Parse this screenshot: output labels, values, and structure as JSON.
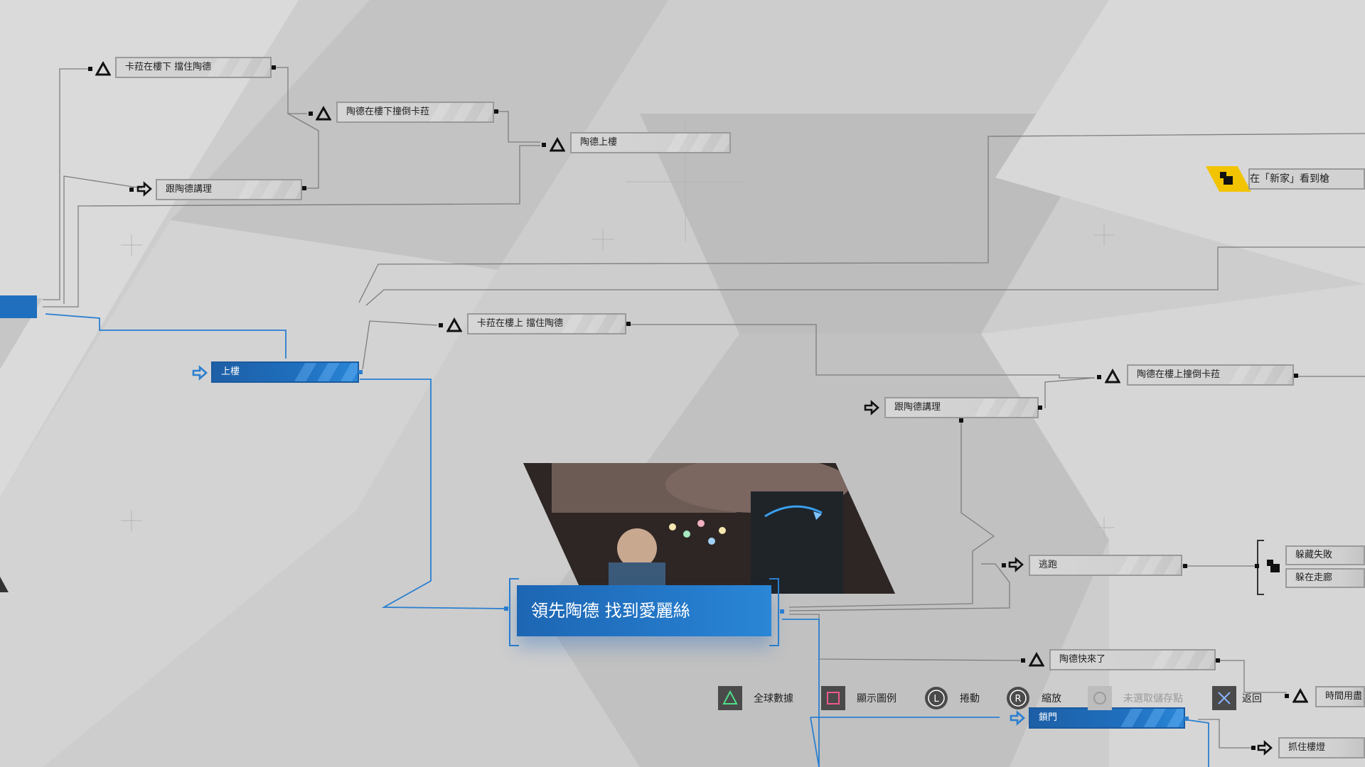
{
  "nodes": {
    "n1": "卡菈在樓下 擋住陶德",
    "n2": "陶德在樓下撞倒卡菈",
    "n3": "陶德上樓",
    "n4": "跟陶德講理",
    "n5": "上樓",
    "n6": "卡菈在樓上 擋住陶德",
    "n7": "陶德在樓上撞倒卡菈",
    "n8": "跟陶德講理",
    "n9": "逃跑",
    "n10": "躲藏失敗",
    "n11": "躲在走廊",
    "n12": "陶德快來了",
    "n13": "時間用盡",
    "n14": "鎖門",
    "n15": "抓住樓燈"
  },
  "unlock": {
    "label": "在「新家」看到槍"
  },
  "current_objective": "領先陶德  找到愛麗絲",
  "buttons": {
    "triangle": "全球數據",
    "square": "顯示圖例",
    "l_stick": "捲動",
    "r_stick": "縮放",
    "circle": "未選取儲存點",
    "cross": "返回",
    "l_label": "L",
    "r_label": "R"
  },
  "colors": {
    "accent_blue": "#2a7fd0",
    "unlock_yellow": "#f2c400"
  }
}
